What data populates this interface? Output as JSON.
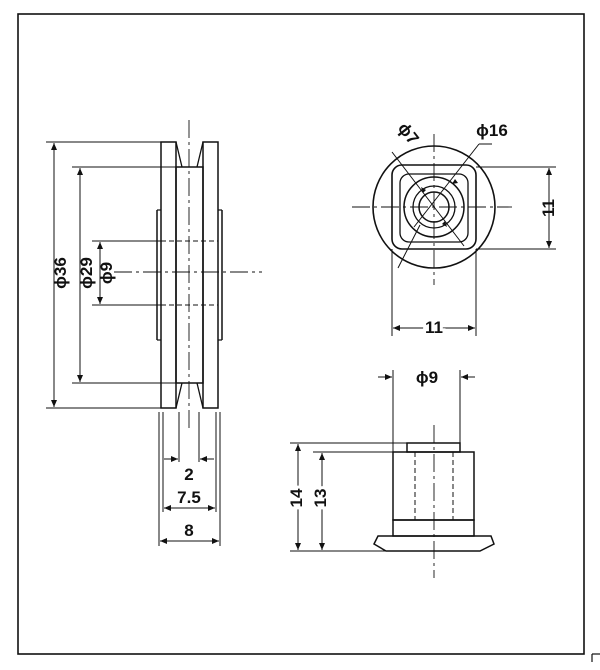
{
  "drawing": {
    "pulley_side": {
      "dim_outer_diameter": "ϕ36",
      "dim_groove_diameter": "ϕ29",
      "dim_bore_diameter": "ϕ9",
      "dim_groove_width": "2",
      "dim_inner_width": "7.5",
      "dim_total_width": "8"
    },
    "bearing_front": {
      "dim_inner_ring": "ϕ7",
      "dim_outer_ring": "ϕ16",
      "dim_square_height": "11",
      "dim_square_width": "11"
    },
    "holder_side": {
      "dim_shaft_diameter": "ϕ9",
      "dim_total_height": "14",
      "dim_shaft_height": "13"
    }
  },
  "colors": {
    "line": "#111111",
    "background": "#ffffff"
  }
}
